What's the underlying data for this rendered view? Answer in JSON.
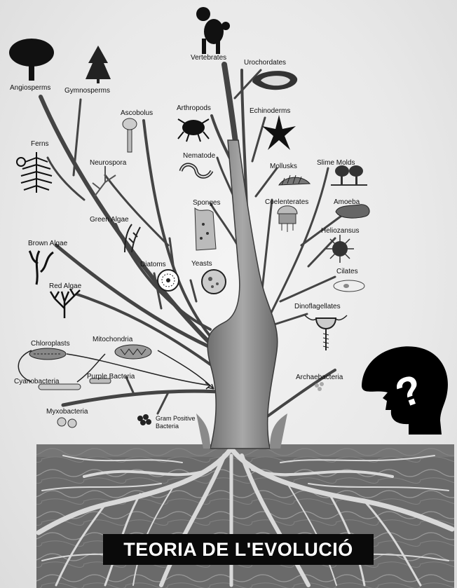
{
  "title": "TEORIA DE L'EVOLUCIÓ",
  "labels": {
    "vertebrates": "Vertebrates",
    "urochordates": "Urochordates",
    "angiosperms": "Angiosperms",
    "gymnosperms": "Gymnosperms",
    "ascobolus": "Ascobolus",
    "arthropods": "Arthropods",
    "echinoderms": "Echinoderms",
    "ferns": "Ferns",
    "neurospora": "Neurospora",
    "nematode": "Nematode",
    "mollusks": "Mollusks",
    "slime_molds": "Slime Molds",
    "sponges": "Sponges",
    "coelenterates": "Coelenterates",
    "amoeba": "Amoeba",
    "green_algae": "Green Algae",
    "heliozansus": "Heliozansus",
    "brown_algae": "Brown Algae",
    "diatoms": "Diatoms",
    "yeasts": "Yeasts",
    "ciliates": "Cilates",
    "red_algae": "Red Algae",
    "dinoflagellates": "Dinoflagellates",
    "chloroplasts": "Chloroplasts",
    "mitochondria": "Mitochondria",
    "cyanobacteria": "Cyanobacteria",
    "purple_bacteria": "Purple Bacteria",
    "archaebacteria": "Archaebacteria",
    "myxobacteria": "Myxobacteria",
    "gram_positive_1": "Gram Positive",
    "gram_positive_2": "Bacteria"
  },
  "colors": {
    "trunk": "#8d8d8d",
    "trunk_edge": "#3a3a3a",
    "title_bg": "#0a0a0a",
    "title_text": "#ffffff",
    "roots_bg": "#5a5a5a",
    "roots": "#d8d8d8"
  },
  "icons": [
    "tree-icon",
    "conifer-icon",
    "poodle-icon",
    "tunicate-icon",
    "mushroom-icon",
    "mite-icon",
    "starfish-icon",
    "fern-icon",
    "mold-icon",
    "worm-icon",
    "snail-icon",
    "slime-mold-icon",
    "sponge-icon",
    "jellyfish-icon",
    "amoeba-icon",
    "alga-icon",
    "sun-animalcule-icon",
    "seaweed-icon",
    "diatom-icon",
    "yeast-icon",
    "ciliate-icon",
    "red-seaweed-icon",
    "dinoflagellate-icon",
    "chloroplast-icon",
    "mitochondrion-icon",
    "bacterium-icon",
    "head-question-icon"
  ]
}
